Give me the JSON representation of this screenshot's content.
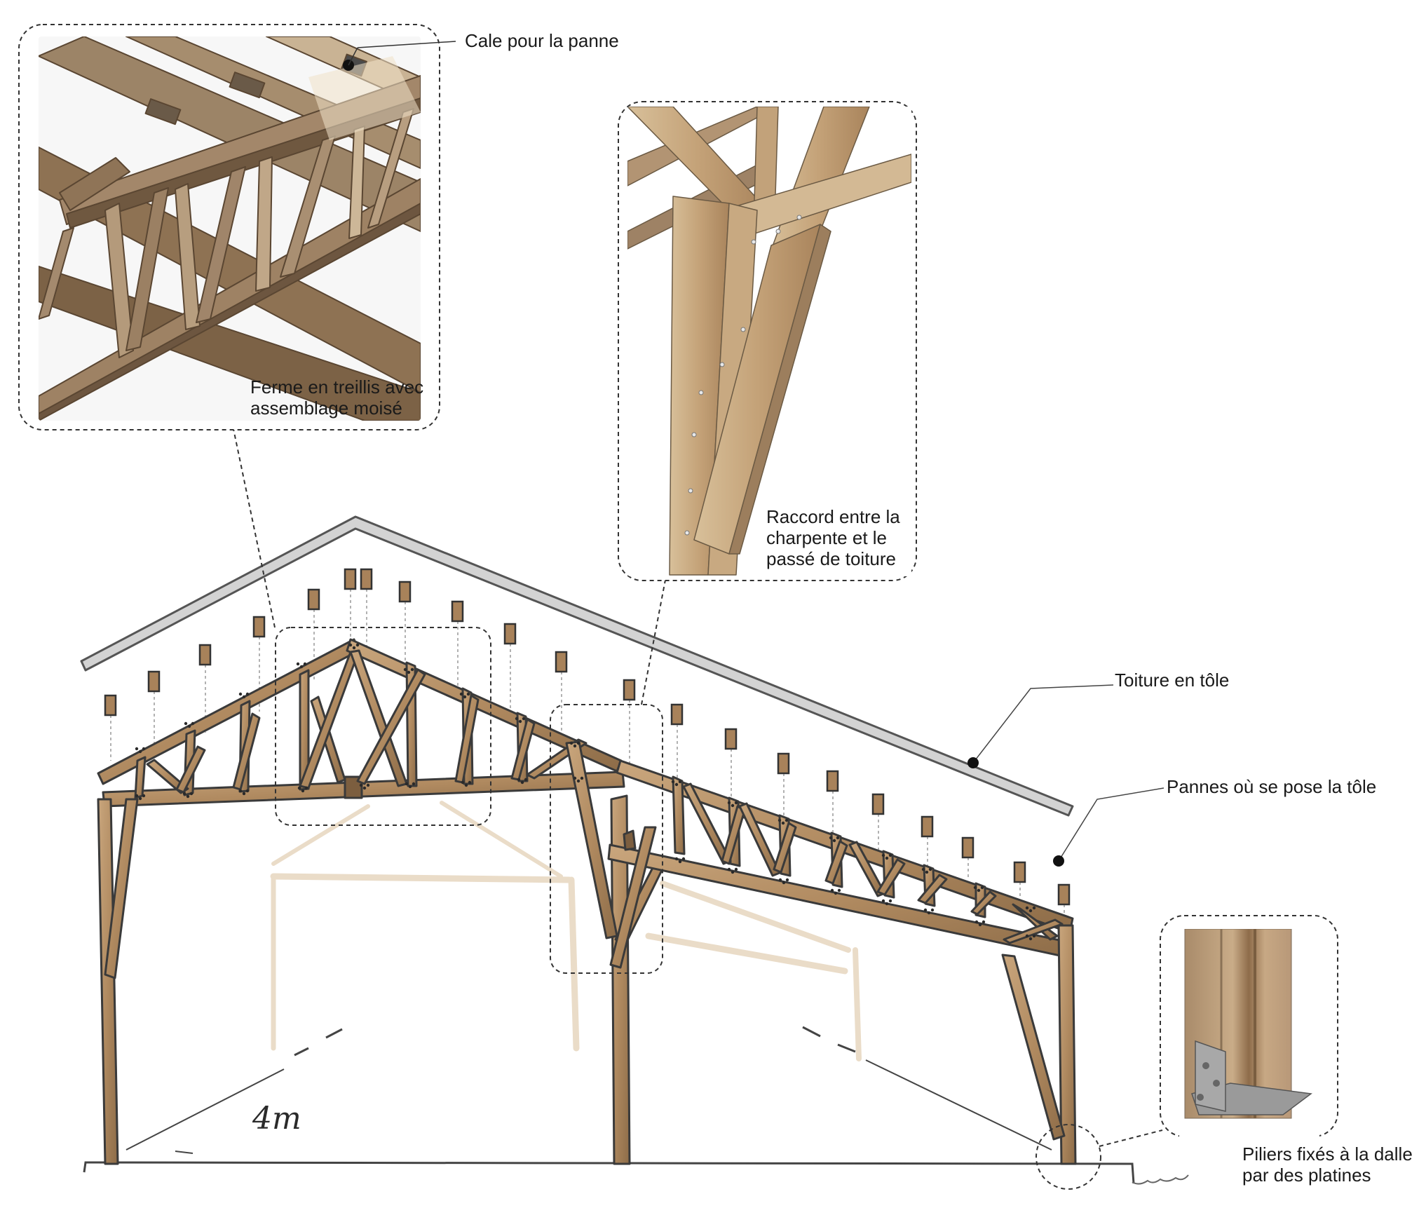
{
  "callouts": {
    "cale": {
      "text": "Cale pour la panne"
    },
    "ferme": {
      "line1": "Ferme en treillis avec",
      "line2": "assemblage moisé"
    },
    "raccord": {
      "line1": "Raccord entre la",
      "line2": "charpente et le",
      "line3": "passé de toiture"
    },
    "toiture": {
      "text": "Toiture en tôle"
    },
    "pannes": {
      "text": "Pannes où se pose la tôle"
    },
    "piliers": {
      "line1": "Piliers fixés à la dalle",
      "line2": "par des platines"
    }
  },
  "handwriting": {
    "span": "4m"
  },
  "colors": {
    "wood": "#c8a47a",
    "wood_dark": "#9b7a53",
    "outline": "#3a3a3a",
    "sheet": "#b8b8b8",
    "ghost": "#e9dccb"
  }
}
